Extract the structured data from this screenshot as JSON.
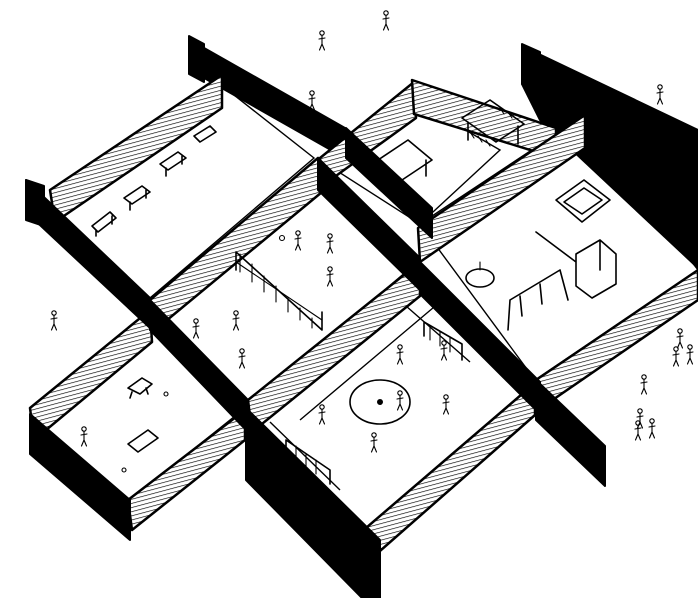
{
  "illustration": {
    "ink_color": "#000000",
    "paper_color": "#ffffff",
    "style": "hand-drawn axonometric sketch",
    "rooms": [
      {
        "name": "picnic-court",
        "icons": [
          "bench-icon",
          "table-icon"
        ]
      },
      {
        "name": "banquet-court",
        "icons": [
          "long-table-icon",
          "chair-icon"
        ]
      },
      {
        "name": "playground-court",
        "icons": [
          "slide-icon",
          "swing-icon",
          "sandbox-icon",
          "merry-go-round-icon"
        ]
      },
      {
        "name": "volleyball-court",
        "icons": [
          "net-icon",
          "ball-icon",
          "player-icon"
        ]
      },
      {
        "name": "dog-park-court",
        "icons": [
          "dog-icon",
          "person-icon"
        ]
      },
      {
        "name": "soccer-field",
        "icons": [
          "goal-icon",
          "center-circle-icon",
          "ball-icon",
          "player-icon"
        ]
      }
    ],
    "outside_figures": [
      "person-icon",
      "group-of-people-icon"
    ]
  }
}
